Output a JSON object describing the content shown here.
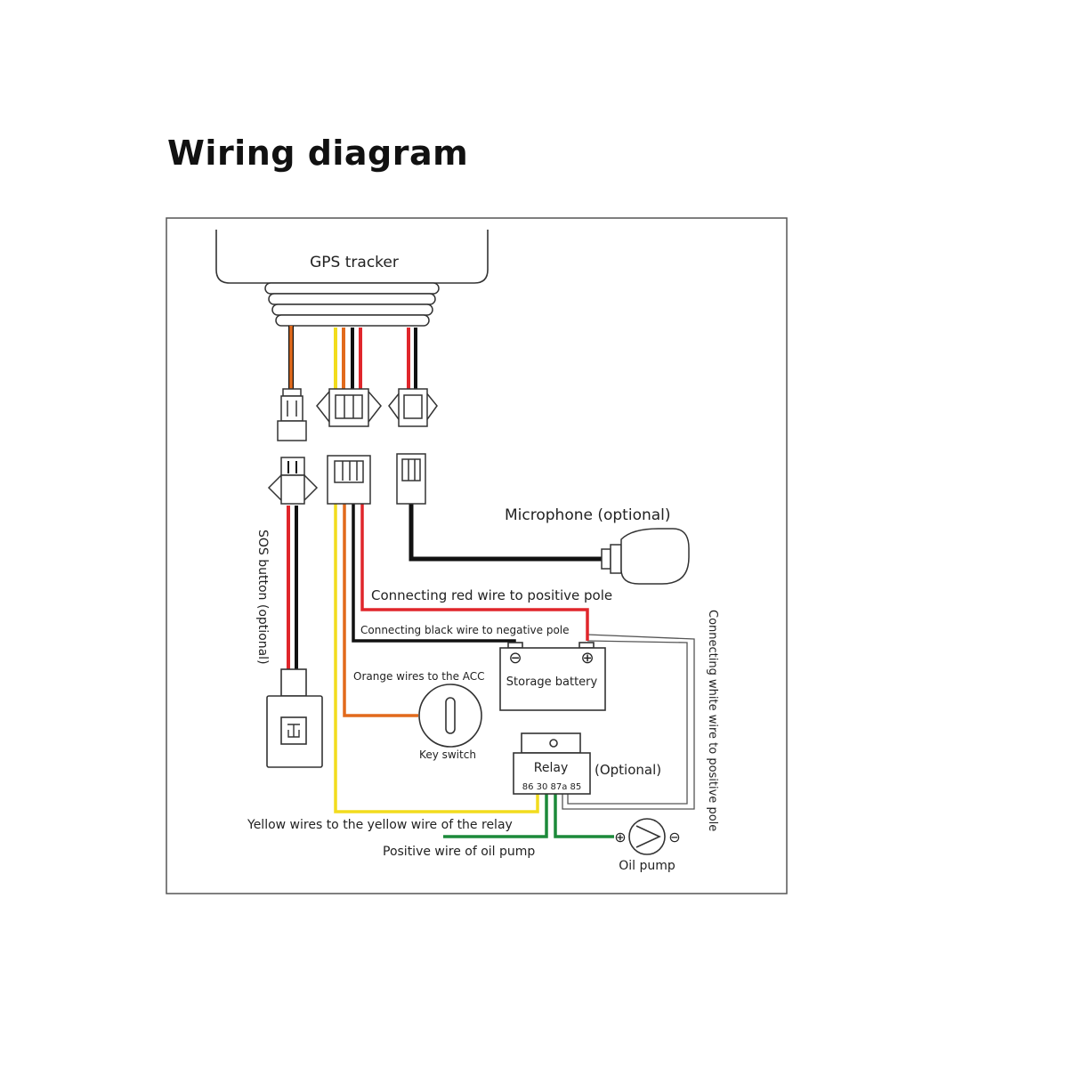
{
  "title": "Wiring diagram",
  "labels": {
    "gps_tracker": "GPS tracker",
    "microphone": "Microphone (optional)",
    "sos_button": "SOS button (optional)",
    "red_wire": "Connecting red wire to positive pole",
    "black_wire": "Connecting black wire to  negative pole",
    "white_wire": "Connecting white wire to positive pole",
    "storage_battery": "Storage battery",
    "orange_wires": "Orange wires to the ACC",
    "key_switch": "Key switch",
    "relay": "Relay",
    "relay_pins": "86 30 87a 85",
    "optional": "(Optional)",
    "yellow_wires": "Yellow wires to the yellow wire of the relay",
    "oil_pump_wire": "Positive wire of oil pump",
    "oil_pump": "Oil pump"
  },
  "symbols": {
    "battery_negative": "⊖",
    "battery_positive": "⊕",
    "pump_positive": "⊕",
    "pump_negative": "⊖"
  },
  "colors": {
    "red": "#e0262b",
    "black": "#111111",
    "orange": "#e26a1c",
    "yellow": "#f2dc1d",
    "green": "#1c8a3a",
    "white": "#ffffff",
    "outline": "#333333"
  }
}
